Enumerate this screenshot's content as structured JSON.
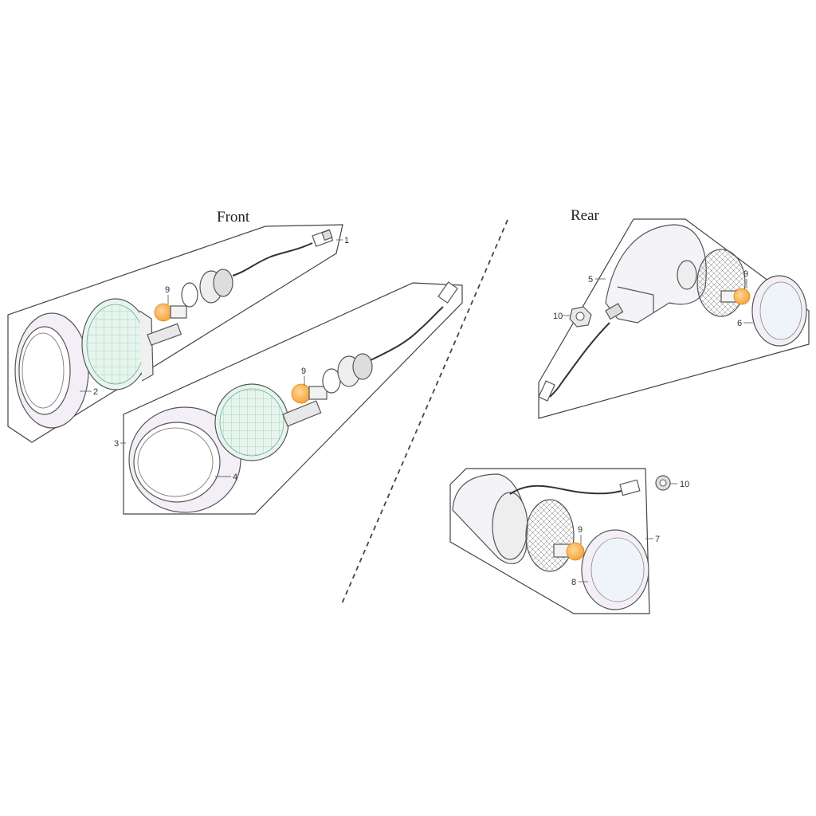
{
  "sections": {
    "front": {
      "title": "Front"
    },
    "rear": {
      "title": "Rear"
    }
  },
  "callouts": {
    "c1": "1",
    "c2": "2",
    "c3": "3",
    "c4": "4",
    "c5": "5",
    "c6": "6",
    "c7": "7",
    "c8": "8",
    "c9_front_top": "9",
    "c9_front_bottom": "9",
    "c9_rear_top": "9",
    "c9_rear_bottom": "9",
    "c10_rear_top": "10",
    "c10_rear_bottom": "10"
  },
  "colors": {
    "bulb": "#f7a53a",
    "lens_tint": "#e6f6ee",
    "housing_tint": "#f4eef7",
    "line": "#444444"
  },
  "icons": [
    "turn-signal-housing",
    "bulb",
    "bulb-socket",
    "wire-connector",
    "lens",
    "rim",
    "nut"
  ]
}
